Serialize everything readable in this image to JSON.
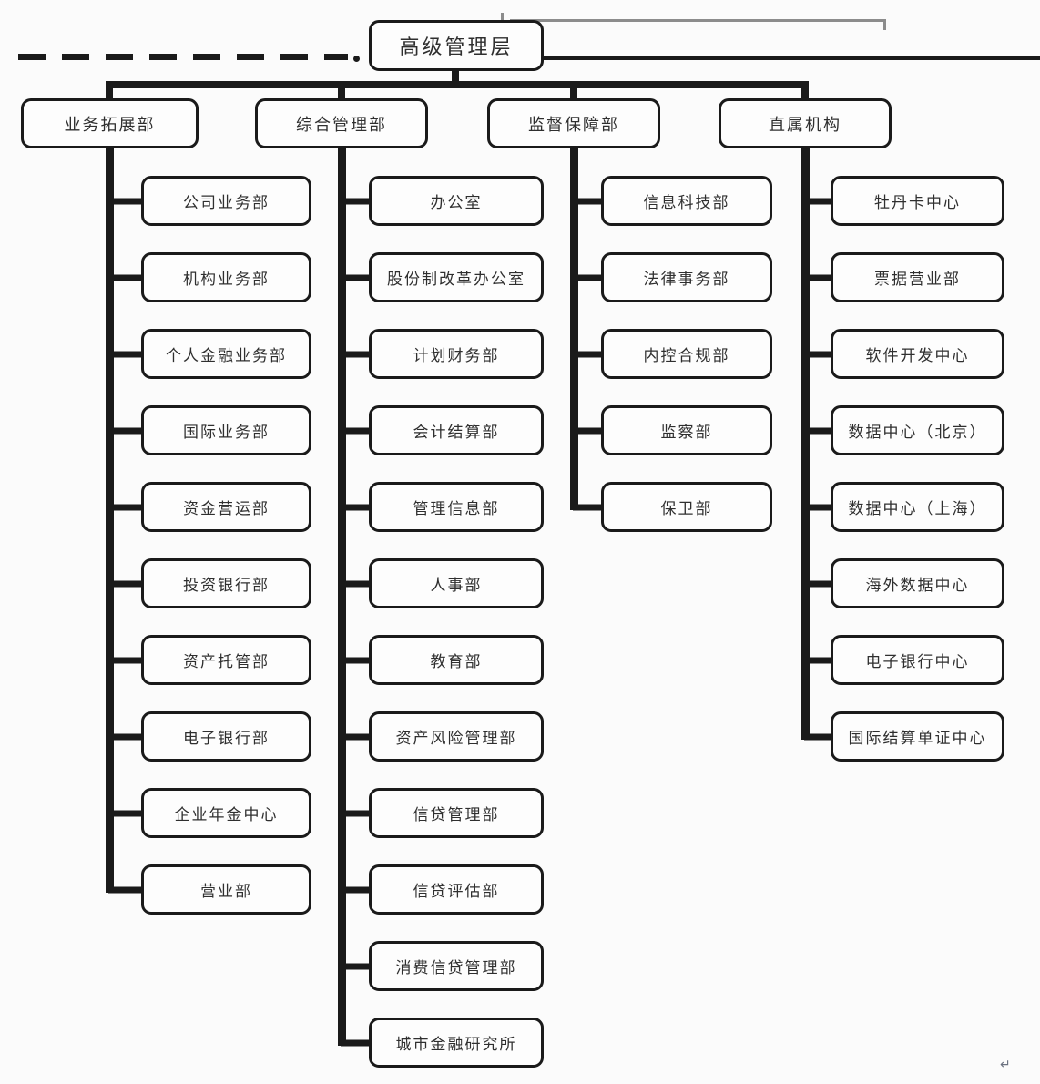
{
  "colors": {
    "line": "#1a1a1a",
    "thin_gray": "#8c8c8c",
    "box_background": "#fdfdfd",
    "text": "#2f2f2f",
    "page_background": "#fbfbfb"
  },
  "root": {
    "label": "高级管理层"
  },
  "columns": [
    {
      "label": "业务拓展部",
      "children": [
        "公司业务部",
        "机构业务部",
        "个人金融业务部",
        "国际业务部",
        "资金营运部",
        "投资银行部",
        "资产托管部",
        "电子银行部",
        "企业年金中心",
        "营业部"
      ]
    },
    {
      "label": "综合管理部",
      "children": [
        "办公室",
        "股份制改革办公室",
        "计划财务部",
        "会计结算部",
        "管理信息部",
        "人事部",
        "教育部",
        "资产风险管理部",
        "信贷管理部",
        "信贷评估部",
        "消费信贷管理部",
        "城市金融研究所"
      ]
    },
    {
      "label": "监督保障部",
      "children": [
        "信息科技部",
        "法律事务部",
        "内控合规部",
        "监察部",
        "保卫部"
      ]
    },
    {
      "label": "直属机构",
      "children": [
        "牡丹卡中心",
        "票据营业部",
        "软件开发中心",
        "数据中心（北京）",
        "数据中心（上海）",
        "海外数据中心",
        "电子银行中心",
        "国际结算单证中心"
      ]
    }
  ],
  "decorations": {
    "return_mark": "↵"
  }
}
